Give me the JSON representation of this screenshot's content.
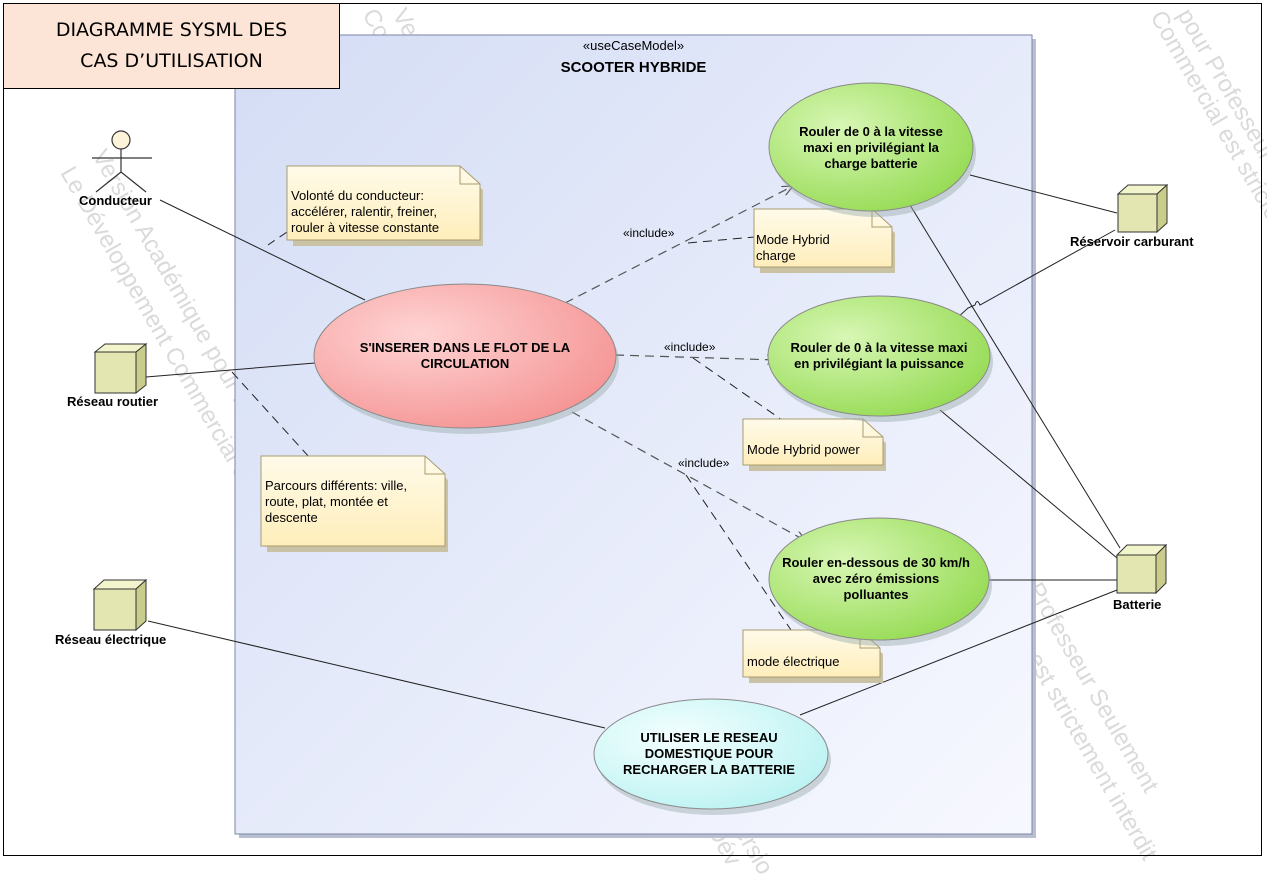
{
  "header": {
    "title_line1": "DIAGRAMME SYSML DES",
    "title_line2": "CAS D’UTILISATION"
  },
  "system": {
    "stereotype": "«useCaseModel»",
    "name": "SCOOTER HYBRIDE"
  },
  "actors": {
    "conducteur": "Conducteur",
    "reseau_routier": "Réseau routier",
    "reseau_electrique": "Réseau électrique",
    "reservoir": "Réservoir carburant",
    "batterie": "Batterie"
  },
  "use_cases": {
    "inserer": "S'INSERER DANS LE FLOT DE LA CIRCULATION",
    "charge": "Rouler de 0 à la vitesse maxi en privilégiant la charge batterie",
    "puissance": "Rouler de 0 à la vitesse maxi en privilégiant la puissance",
    "electrique": "Rouler en-dessous de 30 km/h avec zéro émissions polluantes",
    "recharge": "UTILISER LE RESEAU DOMESTIQUE POUR RECHARGER LA BATTERIE"
  },
  "notes": {
    "volonte": "Volonté du conducteur: accélérer, ralentir, freiner, rouler à vitesse constante",
    "parcours": "Parcours différents: ville, route, plat, montée et descente",
    "hybrid_charge": "Mode Hybrid charge",
    "hybrid_power": "Mode Hybrid power",
    "mode_electrique": "mode électrique"
  },
  "include_label": "«include»",
  "watermark": {
    "left": "Version Académique pour Professeur Seulement",
    "left2": "Le Développement Commercial est strictement interdit",
    "top_right": "pour Professeur Seulement",
    "top_right2": "Commercial est strictement",
    "bottom_right": "Professeur Seulement",
    "bottom_right2": "est strictement interdit",
    "bottom_mid": "Versio",
    "bottom_mid2": "Dév",
    "top_mid": "Versi",
    "top_mid2": "Commerci"
  },
  "colors": {
    "system_fill_start": "#d4ddf5",
    "system_fill_end": "#f7f8ff",
    "use_case_red": "#f59898",
    "use_case_green": "#9be05a",
    "use_case_cyan": "#c6f7f7",
    "note_fill": "#fff7d6",
    "block_fill": "#e6e8b4"
  }
}
